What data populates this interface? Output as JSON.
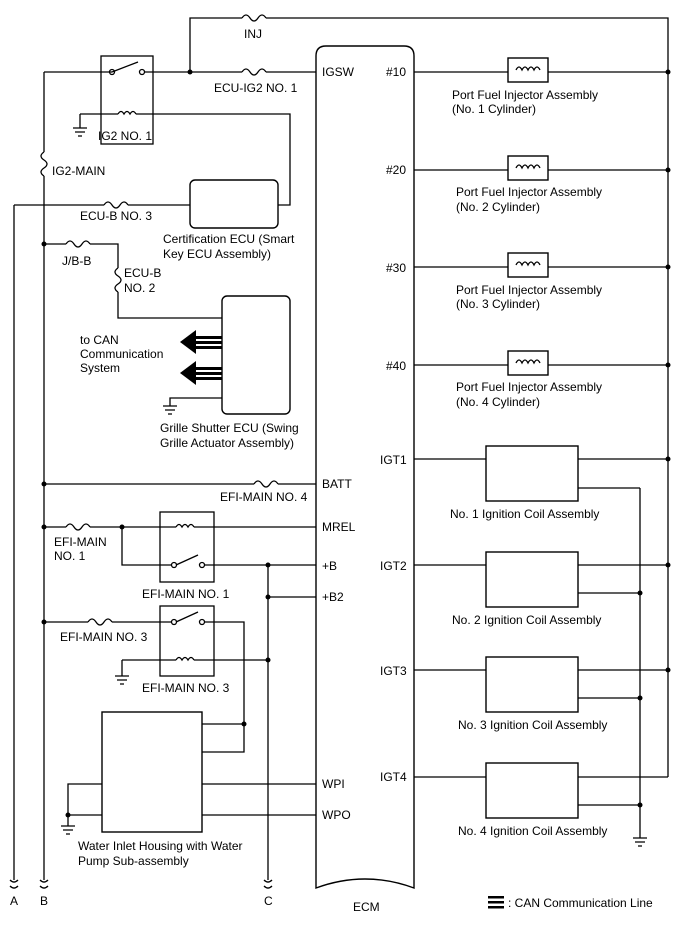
{
  "fuses": {
    "inj": "INJ",
    "ecu_ig2_no1": "ECU-IG2 NO. 1",
    "ig2_main": "IG2-MAIN",
    "ecu_b_no3": "ECU-B NO. 3",
    "jb_b": "J/B-B",
    "ecu_b_no2_line1": "ECU-B",
    "ecu_b_no2_line2": "NO. 2",
    "efi_main_no4": "EFI-MAIN NO. 4",
    "efi_main_no1_line1": "EFI-MAIN",
    "efi_main_no1_line2": "NO. 1",
    "efi_main_no3": "EFI-MAIN NO. 3"
  },
  "relays": {
    "ig2_no1": "IG2 NO. 1",
    "efi_main_no1": "EFI-MAIN NO. 1",
    "efi_main_no3": "EFI-MAIN NO. 3"
  },
  "components": {
    "certification_ecu_line1": "Certification ECU (Smart",
    "certification_ecu_line2": "Key ECU Assembly)",
    "grille_shutter_line1": "Grille Shutter ECU (Swing",
    "grille_shutter_line2": "Grille Actuator Assembly)",
    "can_note_line1": "to CAN",
    "can_note_line2": "Communication",
    "can_note_line3": "System",
    "water_pump_line1": "Water Inlet Housing with Water",
    "water_pump_line2": "Pump Sub-assembly"
  },
  "ecm": {
    "label": "ECM",
    "pins_left": [
      "IGSW",
      "BATT",
      "MREL",
      "+B",
      "+B2",
      "WPI",
      "WPO"
    ],
    "pins_right": [
      "#10",
      "#20",
      "#30",
      "#40",
      "IGT1",
      "IGT2",
      "IGT3",
      "IGT4"
    ]
  },
  "injectors": [
    {
      "line1": "Port Fuel Injector Assembly",
      "line2": "(No. 1 Cylinder)"
    },
    {
      "line1": "Port Fuel Injector Assembly",
      "line2": "(No. 2 Cylinder)"
    },
    {
      "line1": "Port Fuel Injector Assembly",
      "line2": "(No. 3 Cylinder)"
    },
    {
      "line1": "Port Fuel Injector Assembly",
      "line2": "(No. 4 Cylinder)"
    }
  ],
  "coils": [
    "No. 1 Ignition Coil Assembly",
    "No. 2 Ignition Coil Assembly",
    "No. 3 Ignition Coil Assembly",
    "No. 4 Ignition Coil Assembly"
  ],
  "connectors": {
    "a": "A",
    "b": "B",
    "c": "C"
  },
  "legend": {
    "can_line": ": CAN Communication Line"
  }
}
